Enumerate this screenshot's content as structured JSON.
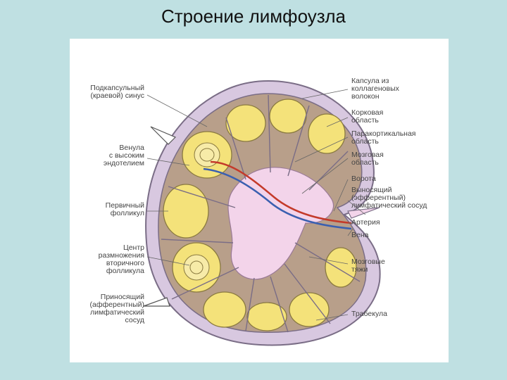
{
  "title": "Строение лимфоузла",
  "labels": {
    "subcapsular_sinus": "Подкапсульный\n(краевой) синус",
    "venule": "Венула\nс высоким\nэндотелием",
    "primary_follicle": "Первичный\nфолликул",
    "germinal_center": "Центр\nразмножения\nвторичного\nфолликула",
    "afferent_vessel": "Приносящий\n(афферентный)\nлимфатический\nсосуд",
    "capsule": "Капсула из\nколлагеновых\nволокон",
    "cortex": "Корковая\nобласть",
    "paracortex": "Паракортикальная\nобласть",
    "medulla": "Мозговая\nобласть",
    "hilum": "Ворота",
    "efferent_vessel": "Выносящий\n(эфферентный)\nлимфатический сосуд",
    "artery": "Артерия",
    "vein": "Вена",
    "medullary_cords": "Мозговые\nтяжи",
    "trabecula": "Трабекула"
  },
  "colors": {
    "background": "#bfe0e2",
    "capsule": "#d8c8e0",
    "cortex": "#b89f8a",
    "follicle": "#f4e27a",
    "medulla": "#f3d4ea",
    "artery": "#c43a2a",
    "vein": "#3a5fb0"
  }
}
